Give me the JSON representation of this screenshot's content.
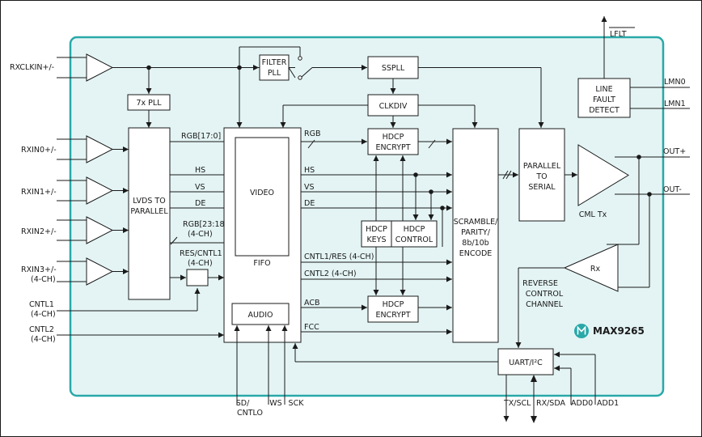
{
  "colors": {
    "chip_fill": "#e4f4f4",
    "chip_border": "#29a8a8",
    "ink": "#1a1a1a"
  },
  "inputs": {
    "rxclkin": "RXCLKIN+/-",
    "rxin0": "RXIN0+/-",
    "rxin1": "RXIN1+/-",
    "rxin2": "RXIN2+/-",
    "rxin3_a": "RXIN3+/-",
    "rxin3_b": "(4-CH)",
    "cntl1_a": "CNTL1",
    "cntl1_b": "(4-CH)",
    "cntl2_a": "CNTL2",
    "cntl2_b": "(4-CH)"
  },
  "blocks": {
    "pll7x": "7x PLL",
    "filter_pll_a": "FILTER",
    "filter_pll_b": "PLL",
    "sspll": "SSPLL",
    "clkdiv": "CLKDIV",
    "lvds_a": "LVDS TO",
    "lvds_b": "PARALLEL",
    "video": "VIDEO",
    "fifo": "FIFO",
    "audio": "AUDIO",
    "hdcp_enc1_a": "HDCP",
    "hdcp_enc1_b": "ENCRYPT",
    "hdcp_keys_a": "HDCP",
    "hdcp_keys_b": "KEYS",
    "hdcp_ctrl_a": "HDCP",
    "hdcp_ctrl_b": "CONTROL",
    "hdcp_enc2_a": "HDCP",
    "hdcp_enc2_b": "ENCRYPT",
    "scramble_a": "SCRAMBLE/",
    "scramble_b": "PARITY/",
    "scramble_c": "8b/10b",
    "scramble_d": "ENCODE",
    "p2s_a": "PARALLEL",
    "p2s_b": "TO",
    "p2s_c": "SERIAL",
    "lfd_a": "LINE",
    "lfd_b": "FAULT",
    "lfd_c": "DETECT",
    "cml": "CML Tx",
    "rx": "Rx",
    "rcc_a": "REVERSE",
    "rcc_b": "CONTROL",
    "rcc_c": "CHANNEL",
    "uart": "UART/I²C"
  },
  "signals": {
    "rgb170": "RGB[17:0]",
    "hs": "HS",
    "vs": "VS",
    "de": "DE",
    "rgb2318_a": "RGB[23:18]",
    "rgb2318_b": "(4-CH)",
    "rescntl1_a": "RES/CNTL1",
    "rescntl1_b": "(4-CH)",
    "rgb": "RGB",
    "hs2": "HS",
    "vs2": "VS",
    "de2": "DE",
    "cntl1res": "CNTL1/RES (4-CH)",
    "cntl2": "CNTL2 (4-CH)",
    "acb": "ACB",
    "fcc": "FCC"
  },
  "pins": {
    "lflt": "LFLT",
    "lmn0": "LMN0",
    "lmn1": "LMN1",
    "outp": "OUT+",
    "outn": "OUT-",
    "sd_a": "SD/",
    "sd_b": "CNTLO",
    "ws": "WS",
    "sck": "SCK",
    "txscl": "TX/SCL",
    "rxsda": "RX/SDA",
    "add0": "ADD0",
    "add1": "ADD1"
  },
  "brand": {
    "part": "MAX9265"
  }
}
